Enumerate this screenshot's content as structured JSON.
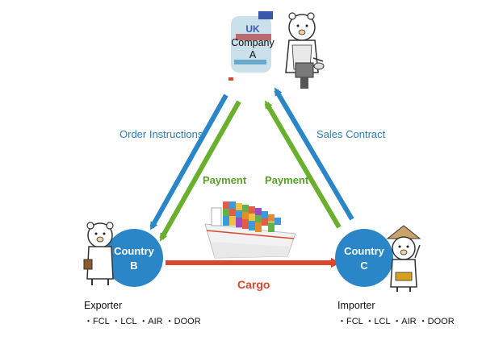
{
  "nodes": {
    "company_a": {
      "line1": "UK",
      "line2": "Company",
      "line3": "A"
    },
    "country_b": {
      "line1": "Country",
      "line2": "B",
      "role": "Exporter",
      "modes": "・FCL ・LCL ・AIR ・DOOR"
    },
    "country_c": {
      "line1": "Country",
      "line2": "C",
      "role": "Importer",
      "modes": "・FCL ・LCL ・AIR ・DOOR"
    }
  },
  "flows": {
    "order_instructions": "Order Instructions",
    "sales_contract": "Sales Contract",
    "payment_left": "Payment",
    "payment_right": "Payment",
    "cargo": "Cargo"
  },
  "colors": {
    "node_blue": "#2a86c6",
    "arrow_blue": "#2a86c6",
    "arrow_green": "#6ab02f",
    "arrow_red": "#d9472b",
    "ship_red": "#d44a2a"
  },
  "icons": [
    "bear-businessman-icon",
    "bear-traveler-icon",
    "bear-farmer-icon",
    "container-ship-icon",
    "uk-flag-icon"
  ]
}
